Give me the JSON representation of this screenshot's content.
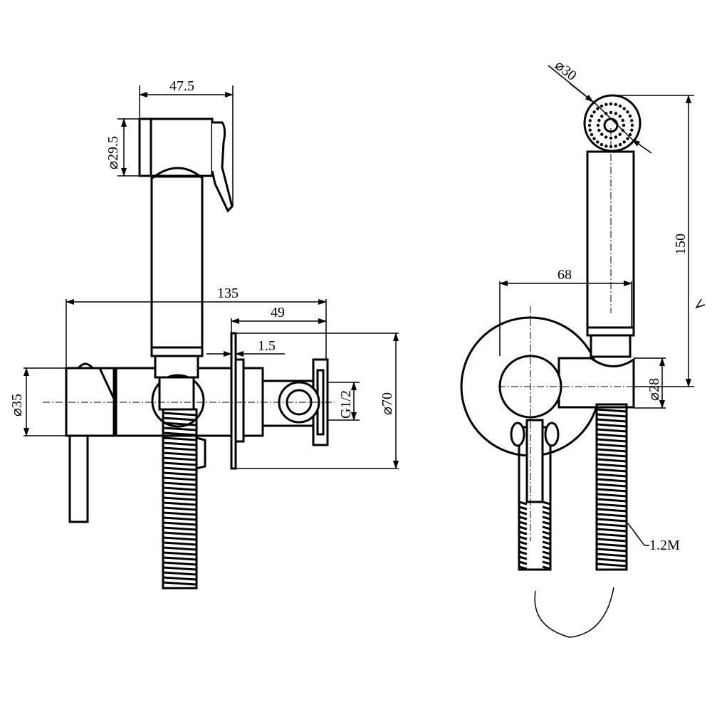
{
  "drawing": {
    "side_view": {
      "dim_head_length": "47.5",
      "dim_head_diameter": "⌀29.5",
      "dim_total_depth": "135",
      "dim_wall_depth": "49",
      "dim_plate_thickness": "1.5",
      "dim_body_diameter": "⌀35",
      "dim_thread": "G1/2",
      "dim_plate_diameter": "⌀70"
    },
    "front_view": {
      "dim_spray_diameter": "⌀30",
      "dim_height": "150",
      "dim_width": "68",
      "dim_outlet_diameter": "⌀28",
      "dim_hose_length": "1.2M"
    },
    "colors": {
      "line": "#000000",
      "background": "#ffffff"
    }
  }
}
